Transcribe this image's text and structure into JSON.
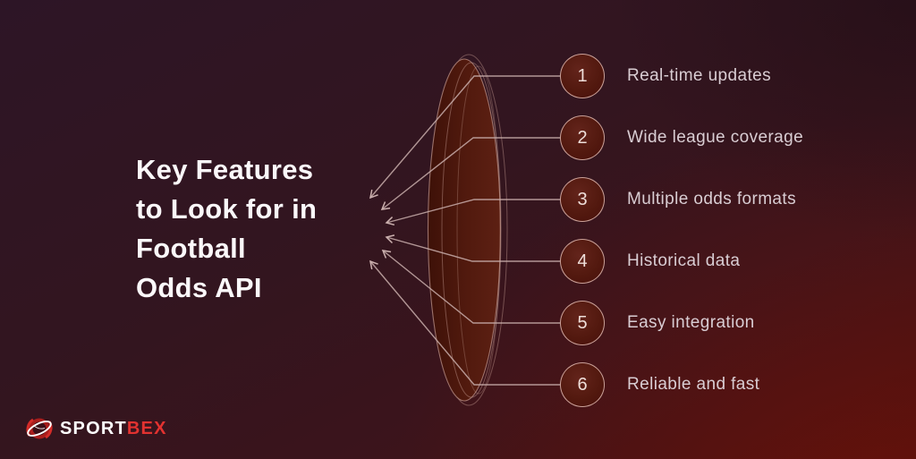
{
  "title": {
    "lines": [
      "Key Features",
      "to Look for in",
      "Football",
      "Odds API"
    ]
  },
  "features": [
    {
      "number": "1",
      "label": "Real-time updates"
    },
    {
      "number": "2",
      "label": "Wide league coverage"
    },
    {
      "number": "3",
      "label": "Multiple odds formats"
    },
    {
      "number": "4",
      "label": "Historical data"
    },
    {
      "number": "5",
      "label": "Easy integration"
    },
    {
      "number": "6",
      "label": "Reliable and fast"
    }
  ],
  "brand": {
    "name_primary": "SPORT",
    "name_secondary": "BEX",
    "icon": "sportbex-globe-icon"
  },
  "colors": {
    "background_top_left": "#2d1526",
    "background_bottom_right": "#4a100e",
    "lens_fill": "#521a0e",
    "outline_pink": "#c9a9a2",
    "circle_fill": "#53190f",
    "label_text": "#d9cdd3",
    "title_text": "#fbf8fa",
    "brand_red": "#e23230"
  }
}
